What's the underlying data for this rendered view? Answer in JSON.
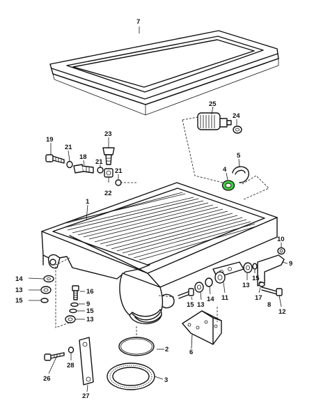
{
  "highlight_color": "#3cd23c",
  "callouts": {
    "c1": "1",
    "c2": "2",
    "c3": "3",
    "c4": "4",
    "c5": "5",
    "c6": "6",
    "c7": "7",
    "c8": "8",
    "c9a": "9",
    "c9b": "9",
    "c10": "10",
    "c11": "11",
    "c12": "12",
    "c13a": "13",
    "c13b": "13",
    "c13c": "13",
    "c13d": "13",
    "c14a": "14",
    "c14b": "14",
    "c15a": "15",
    "c15b": "15",
    "c15c": "15",
    "c15d": "15",
    "c16": "16",
    "c17": "17",
    "c18": "18",
    "c19": "19",
    "c21a": "21",
    "c21b": "21",
    "c21c": "21",
    "c22": "22",
    "c23": "23",
    "c24": "24",
    "c25": "25",
    "c26": "26",
    "c27": "27",
    "c28": "28"
  }
}
